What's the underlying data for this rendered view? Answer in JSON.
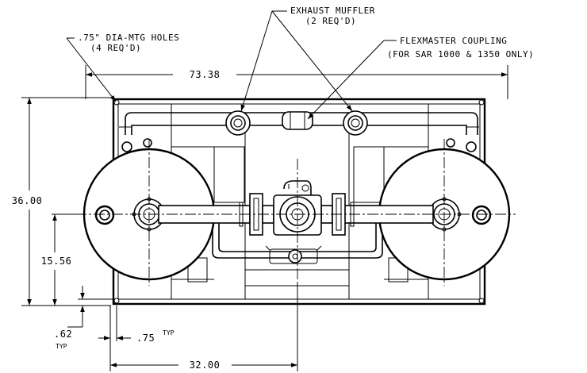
{
  "callouts": {
    "exhaust_muffler_line1": "EXHAUST MUFFLER",
    "exhaust_muffler_line2": "(2 REQ'D)",
    "flexmaster_line1": "FLEXMASTER COUPLING",
    "flexmaster_line2": "(FOR SAR 1000 & 1350 ONLY)",
    "mtg_holes_line1": ".75\" DIA-MTG HOLES",
    "mtg_holes_line2": "(4 REQ'D)"
  },
  "dimensions": {
    "overall_length": "73.38",
    "overall_height": "36.00",
    "center_height": "15.56",
    "hole_offset_vertical": ".62",
    "hole_offset_vertical_note": "TYP",
    "hole_offset_horizontal": ".75",
    "hole_offset_horizontal_note": "TYP",
    "center_distance": "32.00"
  }
}
